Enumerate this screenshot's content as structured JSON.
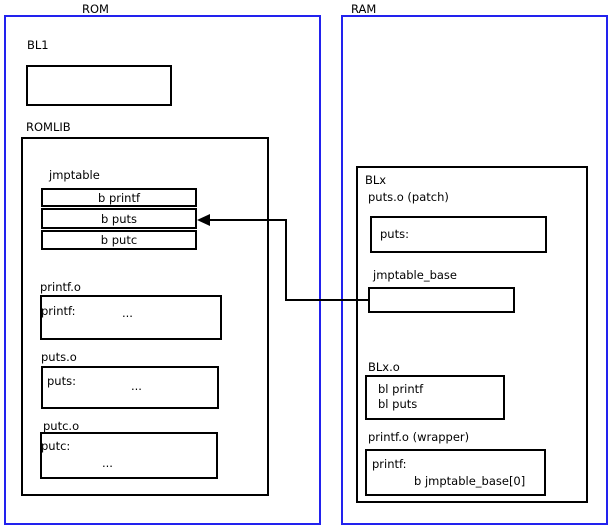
{
  "diagram": {
    "title": "ROM/RAM jump table patching layout",
    "regions": [
      {
        "id": "rom",
        "label": "ROM",
        "color": "#2222ee"
      },
      {
        "id": "ram",
        "label": "RAM",
        "color": "#2222ee"
      }
    ]
  },
  "rom": {
    "label": "ROM",
    "bl1": {
      "label": "BL1",
      "body": ""
    },
    "romlib": {
      "label": "ROMLIB",
      "jmptable": {
        "label": "jmptable",
        "rows": [
          {
            "text": "b printf"
          },
          {
            "text": "b puts"
          },
          {
            "text": "b putc"
          }
        ]
      },
      "objects": [
        {
          "label": "printf.o",
          "symbol": "printf:",
          "ellipsis": "...",
          "ellipsis_line": 0
        },
        {
          "label": "puts.o",
          "symbol": "puts:",
          "ellipsis": "...",
          "ellipsis_line": 0
        },
        {
          "label": "putc.o",
          "symbol": "putc:",
          "ellipsis": "...",
          "ellipsis_line": 1
        }
      ]
    }
  },
  "ram": {
    "label": "RAM",
    "blx": {
      "label": "BLx",
      "puts_patch": {
        "label": "puts.o (patch)",
        "symbol": "puts:"
      },
      "jmptable_base": {
        "label": "jmptable_base",
        "body": ""
      },
      "blx_o": {
        "label": "BLx.o",
        "lines": [
          "bl printf",
          "bl puts"
        ]
      },
      "printf_wrapper": {
        "label": "printf.o (wrapper)",
        "symbol": "printf:",
        "instruction": "b jmptable_base[0]"
      }
    }
  },
  "connector": {
    "name": "jmptable-base-to-jmptable-puts-arrow",
    "from": "jmptable_base",
    "to": "jmptable row b puts",
    "direction": "left"
  }
}
